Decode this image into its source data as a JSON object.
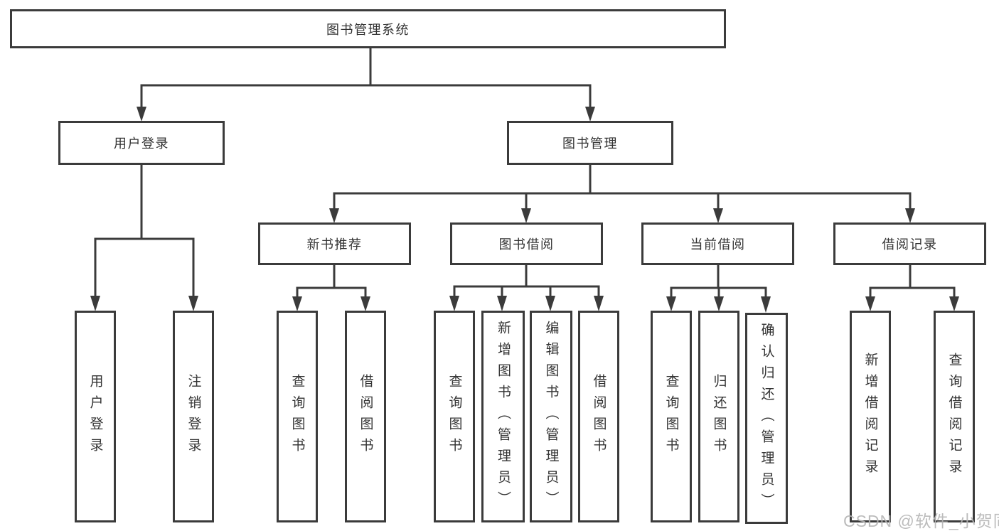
{
  "diagram": {
    "root": {
      "label": "图书管理系统"
    },
    "level2": [
      {
        "label": "用户登录"
      },
      {
        "label": "图书管理"
      }
    ],
    "level3": [
      {
        "label": "新书推荐"
      },
      {
        "label": "图书借阅"
      },
      {
        "label": "当前借阅"
      },
      {
        "label": "借阅记录"
      }
    ],
    "leaves": [
      {
        "label": "用户登录"
      },
      {
        "label": "注销登录"
      },
      {
        "label": "查询图书"
      },
      {
        "label": "借阅图书"
      },
      {
        "label": "查询图书"
      },
      {
        "label": "新增图书（管理员）"
      },
      {
        "label": "编辑图书（管理员）"
      },
      {
        "label": "借阅图书"
      },
      {
        "label": "查询图书"
      },
      {
        "label": "归还图书"
      },
      {
        "label": "确认归还（管理员）"
      },
      {
        "label": "新增借阅记录"
      },
      {
        "label": "查询借阅记录"
      }
    ]
  },
  "watermark": {
    "text": "CSDN @软件_小贺同学"
  },
  "colors": {
    "line": "#3b3b3b",
    "text": "#333333",
    "watermark": "#b5b5b5",
    "bg": "#ffffff"
  }
}
